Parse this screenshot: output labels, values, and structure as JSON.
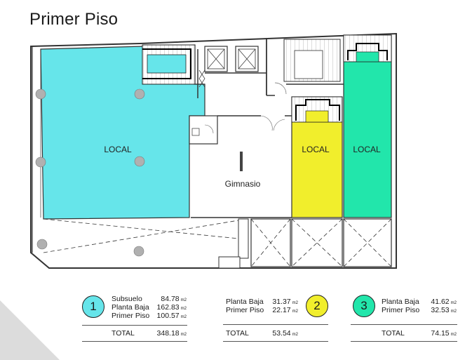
{
  "title": "Primer Piso",
  "plan": {
    "rooms": {
      "local_1": "LOCAL",
      "local_2": "LOCAL",
      "local_3": "LOCAL",
      "gimnasio": "Gimnasio"
    },
    "colors": {
      "local_1": "#66e5ea",
      "local_2": "#f1ee2c",
      "local_3": "#22e6ab",
      "walls": "#333333"
    }
  },
  "legend": [
    {
      "number": "1",
      "color": "#66e5ea",
      "rows": [
        {
          "label": "Subsuelo",
          "value": "84.78",
          "unit": "m2"
        },
        {
          "label": "Planta Baja",
          "value": "162.83",
          "unit": "m2"
        },
        {
          "label": "Primer Piso",
          "value": "100.57",
          "unit": "m2"
        }
      ],
      "total_label": "TOTAL",
      "total_value": "348.18",
      "total_unit": "m2"
    },
    {
      "number": "2",
      "color": "#f1ee2c",
      "rows": [
        {
          "label": "Planta Baja",
          "value": "31.37",
          "unit": "m2"
        },
        {
          "label": "Primer Piso",
          "value": "22.17",
          "unit": "m2"
        }
      ],
      "total_label": "TOTAL",
      "total_value": "53.54",
      "total_unit": "m2"
    },
    {
      "number": "3",
      "color": "#22e6ab",
      "rows": [
        {
          "label": "Planta Baja",
          "value": "41.62",
          "unit": "m2"
        },
        {
          "label": "Primer Piso",
          "value": "32.53",
          "unit": "m2"
        }
      ],
      "total_label": "TOTAL",
      "total_value": "74.15",
      "total_unit": "m2"
    }
  ]
}
